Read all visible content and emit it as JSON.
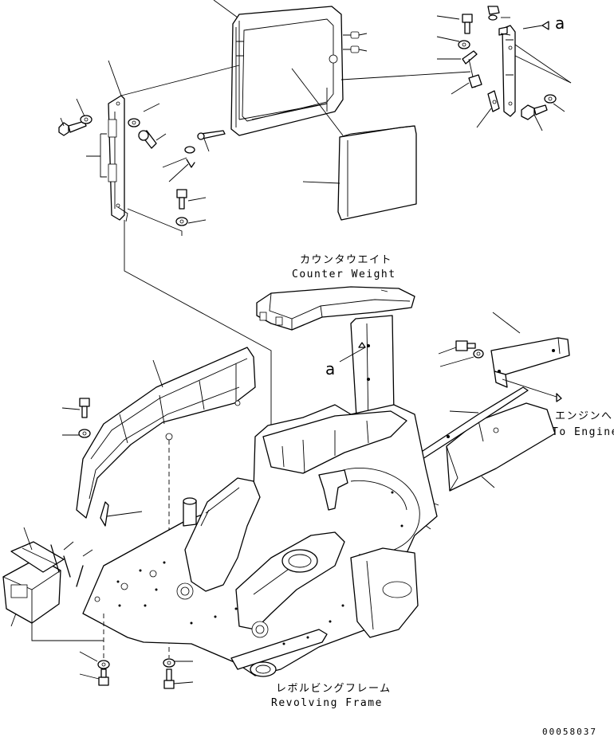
{
  "labels": {
    "counter_weight_jp": "カウンタウエイト",
    "counter_weight_en": "Counter Weight",
    "to_engine_jp": "エンジンへ",
    "to_engine_en": "To Engine",
    "revolving_frame_jp": "レボルビングフレーム",
    "revolving_frame_en": "Revolving Frame",
    "ref_a_top": "a",
    "ref_a_mid": "a"
  },
  "drawing_code": "00058037"
}
